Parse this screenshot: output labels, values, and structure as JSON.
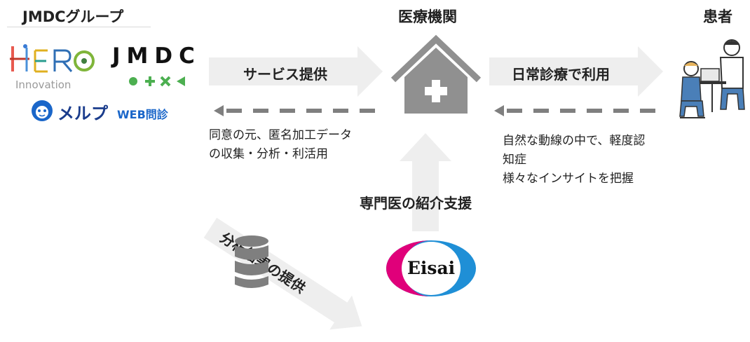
{
  "headers": {
    "jmdc_group": "JMDCグループ",
    "medical_institution": "医療機関",
    "patient": "患者"
  },
  "logos": {
    "hero": "HERO",
    "hero_sub": "Innovation",
    "jmdc": "JMDC",
    "merupu": "メルプ",
    "merupu_web": "WEB問診",
    "eisai": "Eisai"
  },
  "arrows": {
    "service_provision": "サービス提供",
    "daily_use": "日常診療で利用",
    "analysis_results": "分析結果の提供",
    "specialist_referral": "専門医の紹介支援"
  },
  "notes": {
    "collection": [
      "同意の元、匿名加工データ",
      "の収集・分析・利活用"
    ],
    "insight": [
      "自然な動線の中で、軽度認",
      "知症",
      "様々なインサイトを把握"
    ]
  },
  "colors": {
    "arrow_fill": "#eeeeee",
    "house_gray": "#909090",
    "dash_gray": "#7f7f7f",
    "eisai_magenta": "#e0007a",
    "eisai_blue": "#1f8fd6",
    "jmdc_green": "#5cb85c"
  }
}
